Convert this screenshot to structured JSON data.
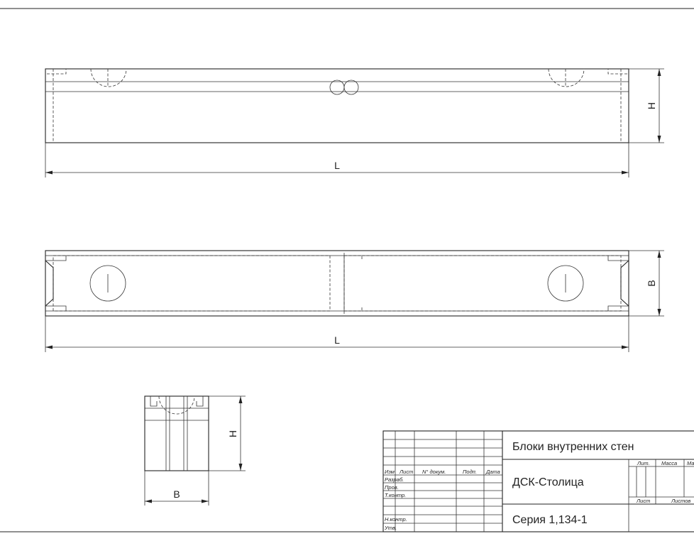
{
  "dimensions": {
    "top_view_length": "L",
    "top_view_height": "H",
    "plan_view_length": "L",
    "plan_view_width": "B",
    "end_view_height": "H",
    "end_view_width": "B"
  },
  "title_block": {
    "column_headers": {
      "izm": "Изм",
      "list": "Лист",
      "doc_number": "N° докум.",
      "signature": "Подп.",
      "date": "Дата"
    },
    "roles": [
      "Разраб.",
      "Пров.",
      "Т.контр.",
      "Н.контр.",
      "Утв."
    ],
    "title": "Блоки внутренних стен",
    "organization": "ДСК-Столица",
    "series": "Серия 1,134-1",
    "stage_headers": {
      "lit": "Лит.",
      "mass": "Масса",
      "scale": "Ма"
    },
    "sheet_headers": {
      "sheet": "Лист",
      "sheets": "Листов"
    }
  }
}
